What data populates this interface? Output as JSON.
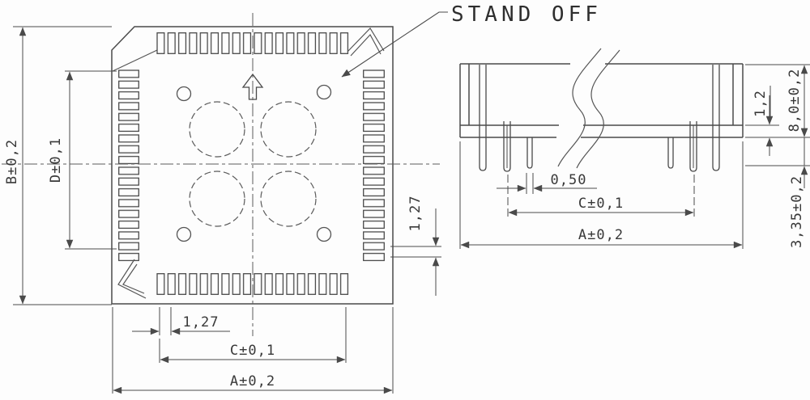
{
  "drawing": {
    "background": "#fdfdfd",
    "stroke_color": "#4a4a4a",
    "text_color": "#383838",
    "callout_standoff": "STAND OFF",
    "top_view": {
      "dim_b": "B±0,2",
      "dim_d": "D±0,1",
      "dim_pitch_bottom": "1,27",
      "dim_pitch_right": "1,27",
      "dim_c": "C±0,1",
      "dim_a": "A±0,2"
    },
    "side_view": {
      "dim_flange": "1,2",
      "dim_height": "8,0±0,2",
      "dim_standoff": "3,35±0,2",
      "dim_pin_width": "0,50",
      "dim_c": "C±0,1",
      "dim_a": "A±0,2"
    }
  }
}
